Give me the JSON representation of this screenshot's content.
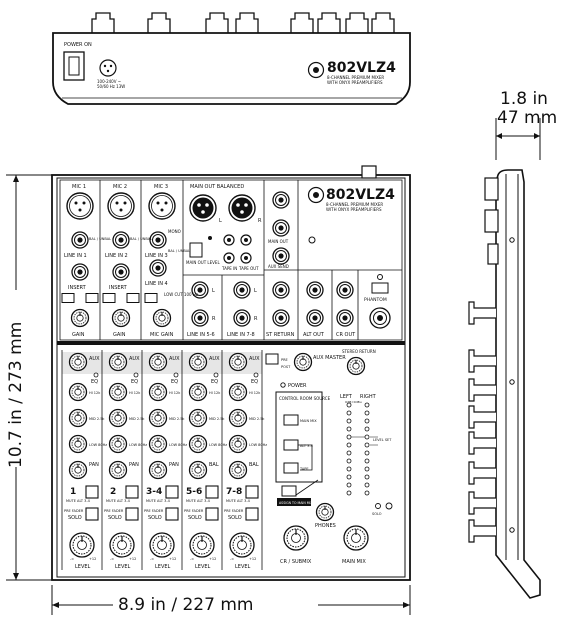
{
  "dimensions": {
    "depth_in": "1.8 in",
    "depth_mm": "47 mm",
    "height_label": "10.7 in / 273 mm",
    "width_label": "8.9 in / 227 mm"
  },
  "brand": {
    "model": "802VLZ4",
    "subtitle_1": "8-CHANNEL PREMIUM MIXER",
    "subtitle_2": "WITH ONYX PREAMPLIFIERS"
  },
  "rear_panel": {
    "power_label": "POWER ON",
    "voltage_1": "100-240V ~",
    "voltage_2": "50/60 Hz 13W"
  },
  "top_section": {
    "mic_labels": [
      "MIC 1",
      "MIC 2",
      "MIC 3"
    ],
    "line_in_labels": [
      "LINE IN 1",
      "LINE IN 2",
      "LINE IN 3",
      "LINE IN 4"
    ],
    "bal_unbal": "BAL / UNBAL",
    "mono": "MONO",
    "insert_label": "INSERT",
    "low_cut": "LOW CUT 100 Hz",
    "gain_label": "GAIN",
    "mic_gain_label": "MIC GAIN",
    "main_out_balanced": "MAIN OUT BALANCED",
    "main_out_level": "MAIN OUT LEVEL",
    "tape_in": "TAPE IN",
    "tape_out": "TAPE OUT",
    "main_out": "MAIN OUT",
    "aux_send": "AUX SEND",
    "line_in_56": "LINE IN 5-6",
    "line_in_78": "LINE IN 7-8",
    "st_return": "ST RETURN",
    "alt_out": "ALT OUT",
    "cr_out": "CR OUT",
    "phantom": "PHANTOM",
    "lr": [
      "L",
      "R"
    ]
  },
  "strips": {
    "aux": "AUX",
    "eq": "EQ",
    "hi": "HI 12k",
    "mid": "MID 2.5k",
    "low": "LOW 80Hz",
    "pan": "PAN",
    "bal": "BAL",
    "numbers": [
      "1",
      "2",
      "3-4",
      "5-6",
      "7-8"
    ],
    "mute": "MUTE ALT 3-4",
    "solo": "SOLO",
    "pre_fader": "PRE FADER",
    "level": "LEVEL",
    "scale_min": "-∞",
    "scale_max": "+12"
  },
  "master": {
    "aux_master": "AUX MASTER",
    "stereo_return": "STEREO RETURN",
    "pre": "PRE",
    "post": "POST",
    "power": "POWER",
    "control_room_source": "CONTROL ROOM SOURCE",
    "main_mix_btn": "MAIN MIX",
    "alt_34": "ALT 3-4",
    "tape": "TAPE",
    "assign_to_main": "ASSIGN TO MAIN MIX",
    "phones": "PHONES",
    "cr_submix": "CR / SUBMIX",
    "main_mix": "MAIN MIX",
    "left": "LEFT",
    "right": "RIGHT",
    "level_set": "LEVEL SET",
    "meter_top": "OdB=0dBu",
    "solo_led": "SOLO"
  }
}
